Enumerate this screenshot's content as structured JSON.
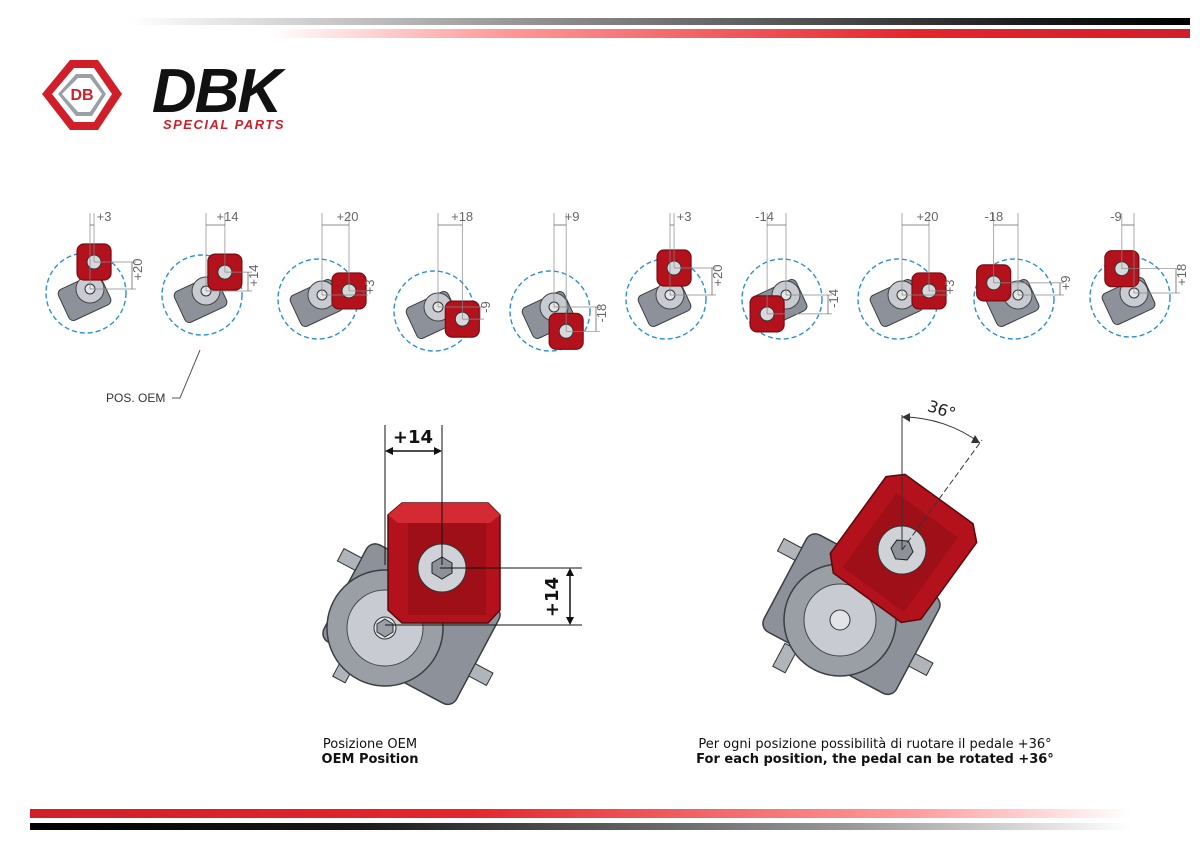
{
  "brand": {
    "logo_monogram": "DB",
    "logo_name": "DBK",
    "logo_tagline": "SPECIAL PARTS"
  },
  "colors": {
    "brand_red": "#d11f2a",
    "part_red": "#b3121c",
    "dark_red": "#7a0b11",
    "metal_gray": "#8d929a",
    "metal_light": "#c8ccd2",
    "dashed_blue": "#2b8fd6"
  },
  "positions": [
    {
      "h": "+3",
      "v": "+20"
    },
    {
      "h": "+14",
      "v": "+14"
    },
    {
      "h": "+20",
      "v": "+3"
    },
    {
      "h": "+18",
      "v": "-9"
    },
    {
      "h": "+9",
      "v": "-18"
    },
    {
      "h": "+3",
      "v": "+20"
    },
    {
      "h": "-14",
      "v": "-14"
    },
    {
      "h": "+20",
      "v": "+3"
    },
    {
      "h": "-18",
      "v": "+9"
    },
    {
      "h": "-9",
      "v": "+18"
    }
  ],
  "oem_label": "POS. OEM",
  "detail_left": {
    "dim_h": "+14",
    "dim_v": "+14",
    "caption_it": "Posizione OEM",
    "caption_en": "OEM Position"
  },
  "detail_right": {
    "angle": "36°",
    "caption_it": "Per ogni posizione possibilità di ruotare il pedale +36°",
    "caption_en": "For each position, the pedal can be rotated +36°"
  }
}
